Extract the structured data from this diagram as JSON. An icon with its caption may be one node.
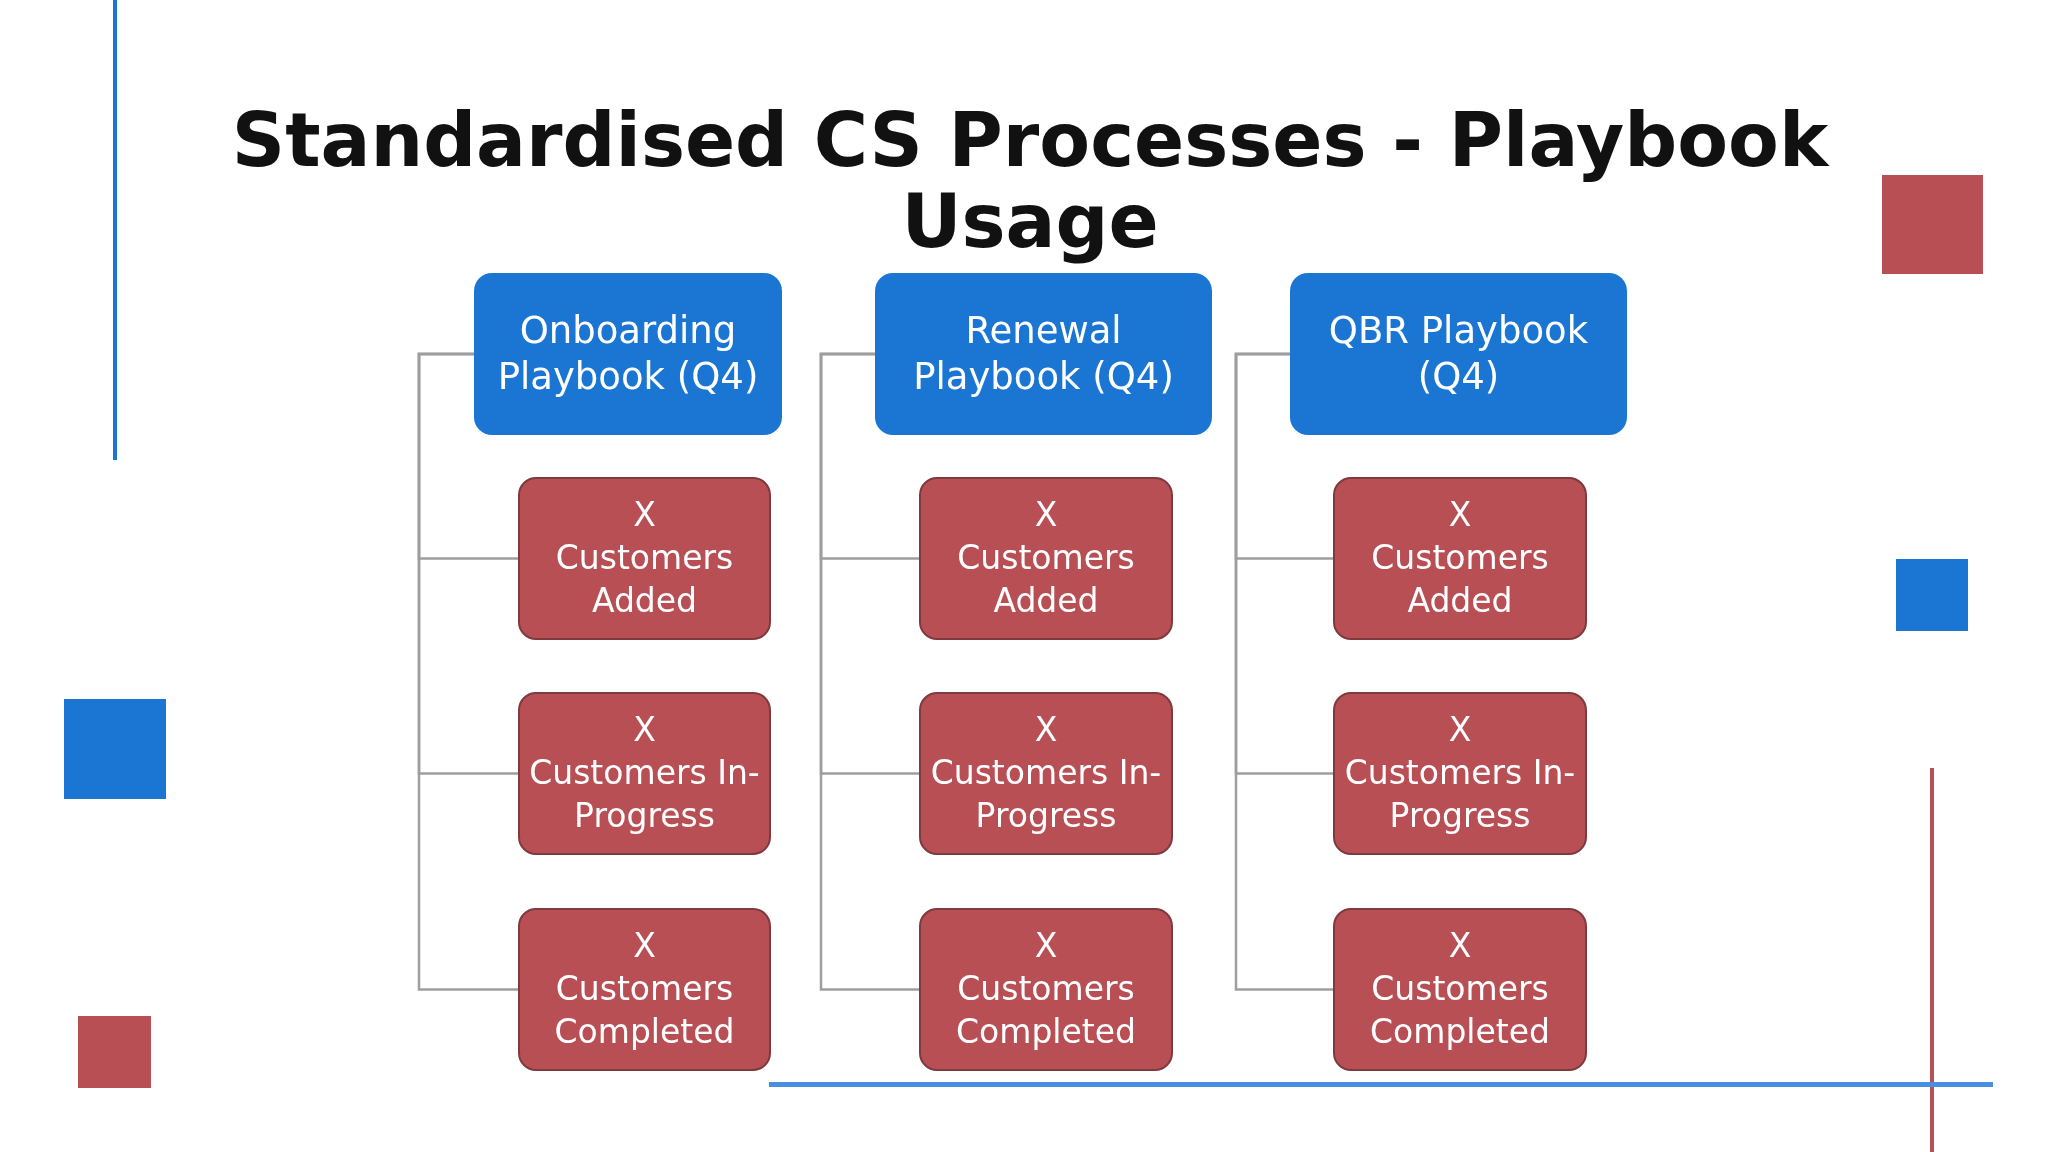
{
  "diagram": {
    "title": "Standardised CS Processes - Playbook Usage",
    "nodes": [
      {
        "text": [
          "Onboarding Playbook (Q4)"
        ]
      },
      {
        "text": [
          "X",
          "Customers Added"
        ]
      },
      {
        "text": [
          "X",
          "Customers In-Progress"
        ]
      },
      {
        "text": [
          "X",
          "Customers Completed"
        ]
      },
      {
        "text": [
          "Renewal Playbook (Q4)"
        ]
      },
      {
        "text": [
          "X",
          "Customers Added"
        ]
      },
      {
        "text": [
          "X",
          "Customers In-Progress"
        ]
      },
      {
        "text": [
          "X",
          "Customers Completed"
        ]
      },
      {
        "text": [
          "QBR Playbook (Q4)"
        ]
      },
      {
        "text": [
          "X",
          "Customers Added"
        ]
      },
      {
        "text": [
          "X",
          "Customers In-Progress"
        ]
      },
      {
        "text": [
          "X",
          "Customers Completed"
        ]
      }
    ],
    "edges": [
      {
        "from": 0,
        "to": 1,
        "arrow": "none"
      },
      {
        "from": 0,
        "to": 2,
        "arrow": "none"
      },
      {
        "from": 0,
        "to": 3,
        "arrow": "none"
      },
      {
        "from": 4,
        "to": 5,
        "arrow": "none"
      },
      {
        "from": 4,
        "to": 6,
        "arrow": "none"
      },
      {
        "from": 4,
        "to": 7,
        "arrow": "none"
      },
      {
        "from": 8,
        "to": 9,
        "arrow": "none"
      },
      {
        "from": 8,
        "to": 10,
        "arrow": "none"
      },
      {
        "from": 8,
        "to": 11,
        "arrow": "none"
      }
    ]
  }
}
